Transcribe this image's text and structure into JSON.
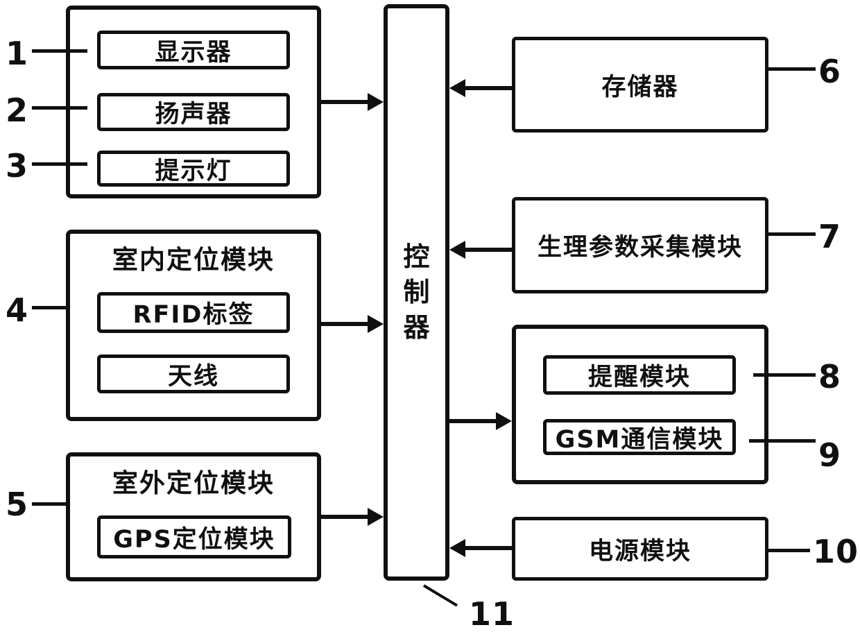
{
  "diagram": {
    "colors": {
      "ink": "#101010",
      "background": "#ffffff"
    },
    "controller": {
      "label": "控制器",
      "ref": "11"
    },
    "display": {
      "label": "显示器",
      "ref": "1"
    },
    "speaker": {
      "label": "扬声器",
      "ref": "2"
    },
    "indicator_light": {
      "label": "提示灯",
      "ref": "3"
    },
    "indoor_positioning": {
      "title": "室内定位模块",
      "ref": "4",
      "rfid_tag": {
        "label": "RFID标签"
      },
      "antenna": {
        "label": "天线"
      }
    },
    "outdoor_positioning": {
      "title": "室外定位模块",
      "ref": "5",
      "gps": {
        "label": "GPS定位模块"
      }
    },
    "memory": {
      "label": "存储器",
      "ref": "6"
    },
    "physio_collection": {
      "label": "生理参数采集模块",
      "ref": "7"
    },
    "reminder": {
      "label": "提醒模块",
      "ref": "8"
    },
    "gsm": {
      "label": "GSM通信模块",
      "ref": "9"
    },
    "power": {
      "label": "电源模块",
      "ref": "10"
    },
    "connections": [
      {
        "from": "output-group (display/speaker/indicator)",
        "to": "controller",
        "arrowhead": "at-controller"
      },
      {
        "from": "memory",
        "to": "controller",
        "arrowhead": "at-controller"
      },
      {
        "from": "indoor-positioning-module",
        "to": "controller",
        "arrowhead": "at-controller"
      },
      {
        "from": "physiological-parameter-collection-module",
        "to": "controller",
        "arrowhead": "at-controller"
      },
      {
        "from": "controller",
        "to": "reminder-gsm-group",
        "arrowhead": "at-group"
      },
      {
        "from": "outdoor-positioning-module",
        "to": "controller",
        "arrowhead": "at-controller"
      },
      {
        "from": "power-module",
        "to": "controller",
        "arrowhead": "at-controller"
      }
    ]
  }
}
